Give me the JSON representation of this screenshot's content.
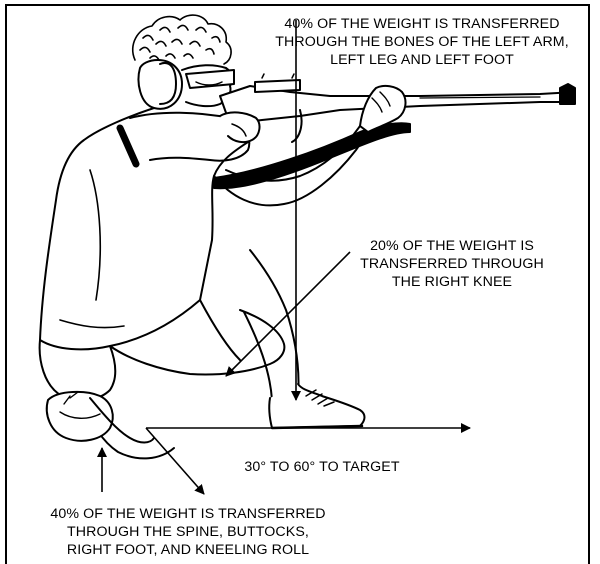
{
  "captions": {
    "top": [
      "40% OF THE WEIGHT IS TRANSFERRED",
      "THROUGH THE BONES OF THE LEFT ARM,",
      "LEFT LEG AND LEFT FOOT"
    ],
    "knee": [
      "20% OF THE WEIGHT IS",
      "TRANSFERRED THROUGH",
      "THE RIGHT KNEE"
    ],
    "angle": "30° TO 60° TO TARGET",
    "bottom": [
      "40% OF THE WEIGHT IS TRANSFERRED",
      "THROUGH THE SPINE, BUTTOCKS,",
      "RIGHT FOOT, AND KNEELING ROLL"
    ]
  },
  "colors": {
    "ink": "#000000",
    "paper": "#ffffff"
  }
}
